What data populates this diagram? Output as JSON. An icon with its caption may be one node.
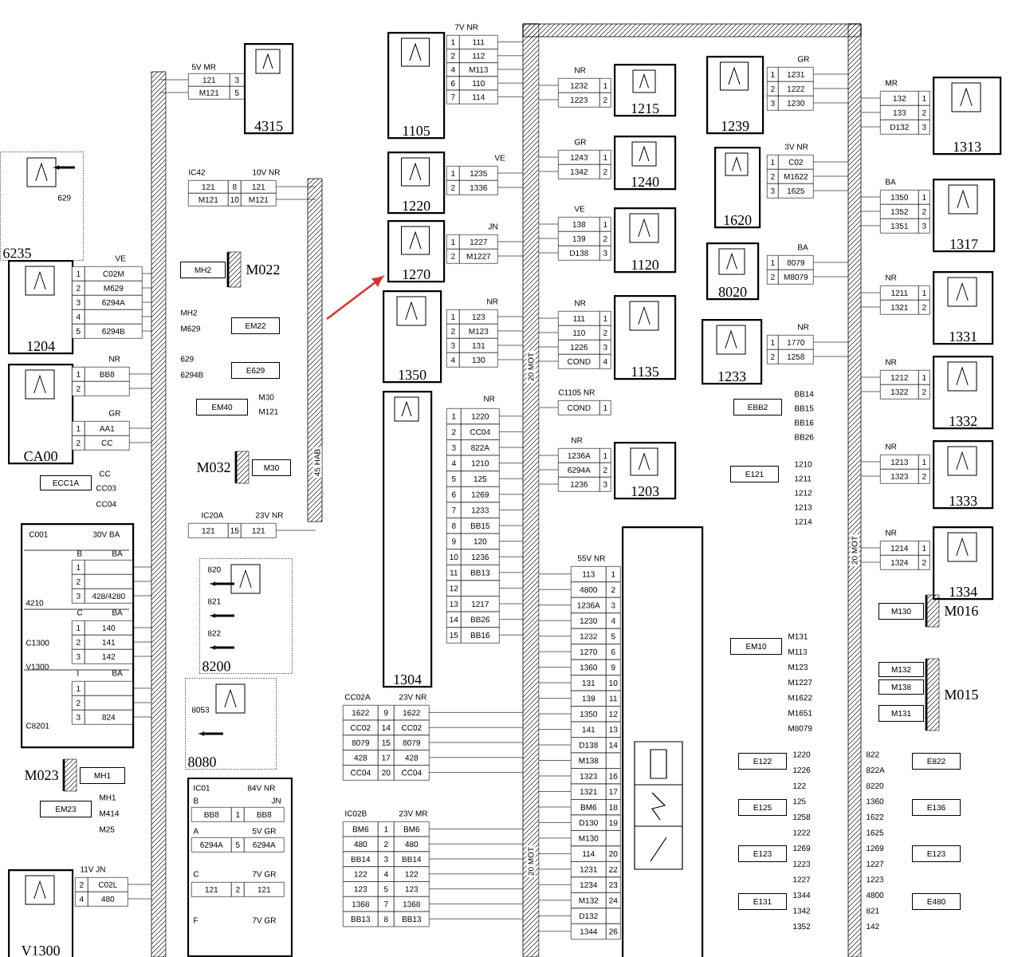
{
  "diagram": {
    "nodes": [
      {
        "text": [
          "4315"
        ]
      },
      {
        "text": [
          "6235"
        ]
      },
      {
        "text": [
          "1204"
        ]
      },
      {
        "text": [
          "CA00"
        ]
      },
      {
        "text": [
          "4210",
          "C1300",
          "V1300",
          "C8201"
        ]
      },
      {
        "text": [
          "8200"
        ]
      },
      {
        "text": [
          "8080"
        ]
      },
      {
        "text": [
          "V1300"
        ]
      },
      {
        "text": [
          "1105"
        ]
      },
      {
        "text": [
          "1220"
        ]
      },
      {
        "text": [
          "1270"
        ]
      },
      {
        "text": [
          "1350"
        ]
      },
      {
        "text": [
          "1304"
        ]
      },
      {
        "text": [
          "1215"
        ]
      },
      {
        "text": [
          "1240"
        ]
      },
      {
        "text": [
          "1120"
        ]
      },
      {
        "text": [
          "1135"
        ]
      },
      {
        "text": [
          "1203"
        ]
      },
      {
        "text": [
          "1239"
        ]
      },
      {
        "text": [
          "1620"
        ]
      },
      {
        "text": [
          "8020"
        ]
      },
      {
        "text": [
          "1233"
        ]
      },
      {
        "text": [],
        "shape": "box"
      },
      {
        "text": [
          "1313"
        ]
      },
      {
        "text": [
          "1317"
        ]
      },
      {
        "text": [
          "1331"
        ]
      },
      {
        "text": [
          "1332"
        ]
      },
      {
        "text": [
          "1333"
        ]
      },
      {
        "text": [
          "1334"
        ]
      },
      {
        "text": [
          "M022"
        ]
      },
      {
        "text": [
          "M032"
        ]
      },
      {
        "text": [
          "M023"
        ]
      },
      {
        "text": [
          "M016"
        ]
      },
      {
        "text": [
          "M015"
        ]
      },
      {
        "text": [
          "MH2"
        ]
      },
      {
        "text": [
          "EM22"
        ]
      },
      {
        "text": [
          "E629"
        ]
      },
      {
        "text": [
          "EM40"
        ]
      },
      {
        "text": [
          "M30"
        ]
      },
      {
        "text": [
          "ECC1A"
        ]
      },
      {
        "text": [
          "MH1"
        ]
      },
      {
        "text": [
          "EM23"
        ]
      },
      {
        "text": [
          "EBB2"
        ]
      },
      {
        "text": [
          "E121"
        ]
      },
      {
        "text": [
          "M130"
        ]
      },
      {
        "text": [
          "M132"
        ]
      },
      {
        "text": [
          "M138"
        ]
      },
      {
        "text": [
          "M131"
        ]
      },
      {
        "text": [
          "EM10"
        ]
      },
      {
        "text": [
          "E122"
        ]
      },
      {
        "text": [
          "E125"
        ]
      },
      {
        "text": [
          "E123"
        ]
      },
      {
        "text": [
          "E131"
        ]
      },
      {
        "text": [
          "E822"
        ]
      },
      {
        "text": [
          "E136"
        ]
      },
      {
        "text": [
          "E123"
        ]
      },
      {
        "text": [
          "E480"
        ]
      }
    ],
    "edges": [
      {
        "from": null,
        "to": 10,
        "arrow": "to",
        "color": "#d9342b"
      }
    ],
    "labels": [
      "5V MR",
      "121",
      "3",
      "M121",
      "5",
      "629",
      "IC42",
      "10V NR",
      "121",
      "8",
      "121",
      "M121",
      "10",
      "M121",
      "VE",
      "1",
      "C02M",
      "2",
      "M629",
      "3",
      "6294A",
      "4",
      "5",
      "6294B",
      "MH2",
      "M629",
      "629",
      "6294B",
      "M30",
      "M121",
      "NR",
      "1",
      "BB8",
      "2",
      "GR",
      "1",
      "AA1",
      "2",
      "CC",
      "CC",
      "CC03",
      "CC04",
      "45 HAB",
      "C001",
      "30V BA",
      "B",
      "BA",
      "1",
      "2",
      "3",
      "428/4280",
      "C",
      "BA",
      "1",
      "140",
      "2",
      "141",
      "3",
      "142",
      "I",
      "BA",
      "1",
      "2",
      "3",
      "824",
      "IC20A",
      "23V NR",
      "121",
      "15",
      "121",
      "820",
      "821",
      "822",
      "8053",
      "MH1",
      "M414",
      "M25",
      "IC01",
      "84V NR",
      "B",
      "JN",
      "BB8",
      "1",
      "BB8",
      "A",
      "5V GR",
      "6294A",
      "5",
      "6294A",
      "C",
      "7V GR",
      "121",
      "2",
      "121",
      "F",
      "7V GR",
      "11V JN",
      "2",
      "C02L",
      "4",
      "480",
      "7V NR",
      "1",
      "111",
      "2",
      "112",
      "4",
      "M113",
      "6",
      "110",
      "7",
      "114",
      "VE",
      "1",
      "1235",
      "2",
      "1336",
      "JN",
      "1",
      "1227",
      "2",
      "M1227",
      "NR",
      "1",
      "123",
      "2",
      "M123",
      "3",
      "131",
      "4",
      "130",
      "NR",
      "1",
      "1220",
      "2",
      "CC04",
      "3",
      "822A",
      "4",
      "1210",
      "5",
      "125",
      "6",
      "1269",
      "7",
      "1233",
      "8",
      "BB15",
      "9",
      "120",
      "10",
      "1236",
      "11",
      "BB13",
      "12",
      "13",
      "1217",
      "14",
      "BB26",
      "15",
      "BB16",
      "20 MOT",
      "NR",
      "1232",
      "1",
      "1223",
      "2",
      "GR",
      "1243",
      "1",
      "1342",
      "2",
      "VE",
      "138",
      "1",
      "139",
      "2",
      "D138",
      "3",
      "NR",
      "111",
      "1",
      "110",
      "2",
      "1226",
      "3",
      "COND",
      "4",
      "C1105 NR",
      "COND",
      "1",
      "NR",
      "1236A",
      "1",
      "6294A",
      "2",
      "1236",
      "3",
      "55V NR",
      "113",
      "1",
      "4800",
      "2",
      "1236A",
      "3",
      "1230",
      "4",
      "1232",
      "5",
      "1270",
      "6",
      "1360",
      "9",
      "131",
      "10",
      "139",
      "11",
      "1350",
      "12",
      "141",
      "13",
      "D138",
      "14",
      "M138",
      "1323",
      "16",
      "1321",
      "17",
      "BM6",
      "18",
      "D130",
      "19",
      "M130",
      "114",
      "20",
      "1231",
      "22",
      "1234",
      "23",
      "M132",
      "24",
      "D132",
      "1344",
      "26",
      "CC02A",
      "23V NR",
      "1622",
      "9",
      "1622",
      "CC02",
      "14",
      "CC02",
      "8079",
      "15",
      "8079",
      "428",
      "17",
      "428",
      "CC04",
      "20",
      "CC04",
      "IC02B",
      "23V MR",
      "BM6",
      "1",
      "BM6",
      "480",
      "2",
      "480",
      "BB14",
      "3",
      "BB14",
      "122",
      "4",
      "122",
      "123",
      "5",
      "123",
      "1368",
      "7",
      "1368",
      "BB13",
      "8",
      "BB13",
      "20 MOT",
      "GR",
      "1",
      "1231",
      "2",
      "1222",
      "3",
      "1230",
      "3V NR",
      "1",
      "C02",
      "2",
      "M1622",
      "3",
      "1625",
      "BA",
      "1",
      "8079",
      "2",
      "M8079",
      "NR",
      "1",
      "1770",
      "2",
      "1258",
      "BB14",
      "BB15",
      "BB16",
      "BB26",
      "1210",
      "1211",
      "1212",
      "1213",
      "1214",
      "MR",
      "132",
      "1",
      "133",
      "2",
      "D132",
      "3",
      "BA",
      "1350",
      "1",
      "1352",
      "2",
      "1351",
      "3",
      "NR",
      "1211",
      "1",
      "1321",
      "2",
      "NR",
      "1212",
      "1",
      "1322",
      "2",
      "NR",
      "1213",
      "1",
      "1323",
      "2",
      "NR",
      "1214",
      "1",
      "1324",
      "2",
      "20 MOT",
      "M131",
      "M113",
      "M123",
      "M1227",
      "M1622",
      "M1651",
      "M8079",
      "1220",
      "1226",
      "122",
      "125",
      "1258",
      "1222",
      "1269",
      "1223",
      "1227",
      "1344",
      "1342",
      "1352",
      "822",
      "822A",
      "8220",
      "1360",
      "1622",
      "1625",
      "1269",
      "1227",
      "1223",
      "4800",
      "821",
      "142"
    ]
  }
}
